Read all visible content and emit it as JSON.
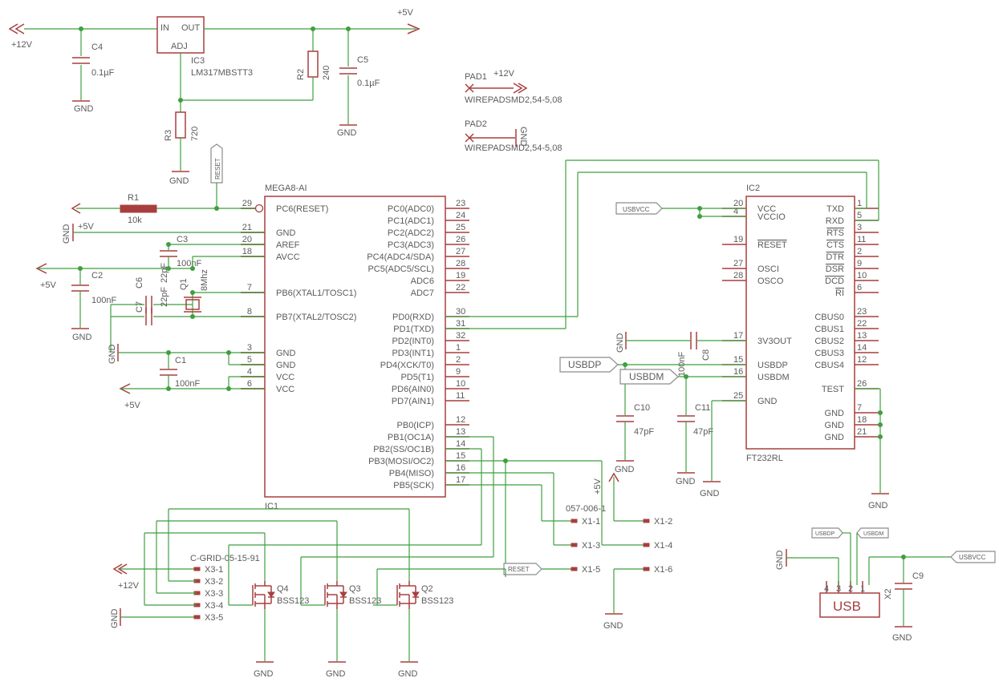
{
  "supply_net_labels": {
    "p12": "+12V",
    "p5": "+5V",
    "gnd": "GND"
  },
  "regulator": {
    "ref": "IC3",
    "value": "LM317MBSTT3",
    "pin_in": "IN",
    "pin_out": "OUT",
    "pin_adj": "ADJ"
  },
  "resistors": [
    {
      "ref": "R1",
      "value": "10k"
    },
    {
      "ref": "R2",
      "value": "240"
    },
    {
      "ref": "R3",
      "value": "720"
    }
  ],
  "capacitors": [
    {
      "ref": "C1",
      "value": "100nF"
    },
    {
      "ref": "C2",
      "value": "100nF"
    },
    {
      "ref": "C3",
      "value": "100nF"
    },
    {
      "ref": "C4",
      "value": "0.1µF"
    },
    {
      "ref": "C5",
      "value": "0.1µF"
    },
    {
      "ref": "C6",
      "value": "22pF"
    },
    {
      "ref": "C7",
      "value": "22pF"
    },
    {
      "ref": "C8",
      "value": "100nF"
    },
    {
      "ref": "C9",
      "value": ""
    },
    {
      "ref": "C10",
      "value": "47pF"
    },
    {
      "ref": "C11",
      "value": "47pF"
    }
  ],
  "crystal": {
    "ref": "Q1",
    "value": "8Mhz"
  },
  "pads": [
    {
      "ref": "PAD1",
      "value": "WIREPADSMD2,54-5,08",
      "net": "+12V"
    },
    {
      "ref": "PAD2",
      "value": "WIREPADSMD2,54-5,08",
      "net": "GND"
    }
  ],
  "mcu": {
    "ref": "IC1",
    "value": "MEGA8-AI",
    "left_pins": [
      {
        "num": "29",
        "name": "PC6(RESET)"
      },
      {
        "num": "21",
        "name": "GND"
      },
      {
        "num": "20",
        "name": "AREF"
      },
      {
        "num": "18",
        "name": "AVCC"
      },
      {
        "num": "7",
        "name": "PB6(XTAL1/TOSC1)"
      },
      {
        "num": "8",
        "name": "PB7(XTAL2/TOSC2)"
      },
      {
        "num": "3",
        "name": "GND"
      },
      {
        "num": "5",
        "name": "GND"
      },
      {
        "num": "4",
        "name": "VCC"
      },
      {
        "num": "6",
        "name": "VCC"
      }
    ],
    "right_pins": [
      {
        "num": "23",
        "name": "PC0(ADC0)"
      },
      {
        "num": "24",
        "name": "PC1(ADC1)"
      },
      {
        "num": "25",
        "name": "PC2(ADC2)"
      },
      {
        "num": "26",
        "name": "PC3(ADC3)"
      },
      {
        "num": "27",
        "name": "PC4(ADC4/SDA)"
      },
      {
        "num": "28",
        "name": "PC5(ADC5/SCL)"
      },
      {
        "num": "19",
        "name": "ADC6"
      },
      {
        "num": "22",
        "name": "ADC7"
      },
      {
        "num": "30",
        "name": "PD0(RXD)"
      },
      {
        "num": "31",
        "name": "PD1(TXD)"
      },
      {
        "num": "32",
        "name": "PD2(INT0)"
      },
      {
        "num": "1",
        "name": "PD3(INT1)"
      },
      {
        "num": "2",
        "name": "PD4(XCK/T0)"
      },
      {
        "num": "9",
        "name": "PD5(T1)"
      },
      {
        "num": "10",
        "name": "PD6(AIN0)"
      },
      {
        "num": "11",
        "name": "PD7(AIN1)"
      },
      {
        "num": "12",
        "name": "PB0(ICP)"
      },
      {
        "num": "13",
        "name": "PB1(OC1A)"
      },
      {
        "num": "14",
        "name": "PB2(SS/OC1B)"
      },
      {
        "num": "15",
        "name": "PB3(MOSI/OC2)"
      },
      {
        "num": "16",
        "name": "PB4(MISO)"
      },
      {
        "num": "17",
        "name": "PB5(SCK)"
      }
    ]
  },
  "usb_chip": {
    "ref": "IC2",
    "value": "FT232RL",
    "left_pins": [
      {
        "num": "20",
        "name": "VCC"
      },
      {
        "num": "4",
        "name": "VCCIO"
      },
      {
        "num": "19",
        "name": "RESET"
      },
      {
        "num": "27",
        "name": "OSCI"
      },
      {
        "num": "28",
        "name": "OSCO"
      },
      {
        "num": "17",
        "name": "3V3OUT"
      },
      {
        "num": "15",
        "name": "USBDP"
      },
      {
        "num": "16",
        "name": "USBDM"
      },
      {
        "num": "25",
        "name": "GND"
      }
    ],
    "right_pins": [
      {
        "num": "1",
        "name": "TXD"
      },
      {
        "num": "5",
        "name": "RXD"
      },
      {
        "num": "3",
        "name": "RTS"
      },
      {
        "num": "11",
        "name": "CTS"
      },
      {
        "num": "2",
        "name": "DTR"
      },
      {
        "num": "9",
        "name": "DSR"
      },
      {
        "num": "10",
        "name": "DCD"
      },
      {
        "num": "6",
        "name": "RI"
      },
      {
        "num": "23",
        "name": "CBUS0"
      },
      {
        "num": "22",
        "name": "CBUS1"
      },
      {
        "num": "13",
        "name": "CBUS2"
      },
      {
        "num": "14",
        "name": "CBUS3"
      },
      {
        "num": "12",
        "name": "CBUS4"
      },
      {
        "num": "26",
        "name": "TEST"
      },
      {
        "num": "7",
        "name": "GND"
      },
      {
        "num": "18",
        "name": "GND"
      },
      {
        "num": "21",
        "name": "GND"
      }
    ]
  },
  "net_flags": {
    "reset": "RESET",
    "usbvcc": "USBVCC",
    "usbdp": "USBDP",
    "usbdm": "USBDM"
  },
  "isp_header": {
    "ref": "057-006-1",
    "pins": [
      "X1-1",
      "X1-2",
      "X1-3",
      "X1-4",
      "X1-5",
      "X1-6"
    ]
  },
  "output_header": {
    "ref": "C-GRID-05-15-91",
    "pins": [
      "X3-1",
      "X3-2",
      "X3-3",
      "X3-4",
      "X3-5"
    ]
  },
  "mosfets": [
    {
      "ref": "Q2",
      "value": "BSS123"
    },
    {
      "ref": "Q3",
      "value": "BSS123"
    },
    {
      "ref": "Q4",
      "value": "BSS123"
    }
  ],
  "usb_connector": {
    "ref": "X2",
    "label": "USB",
    "pins": [
      "4",
      "3",
      "2",
      "1"
    ]
  }
}
